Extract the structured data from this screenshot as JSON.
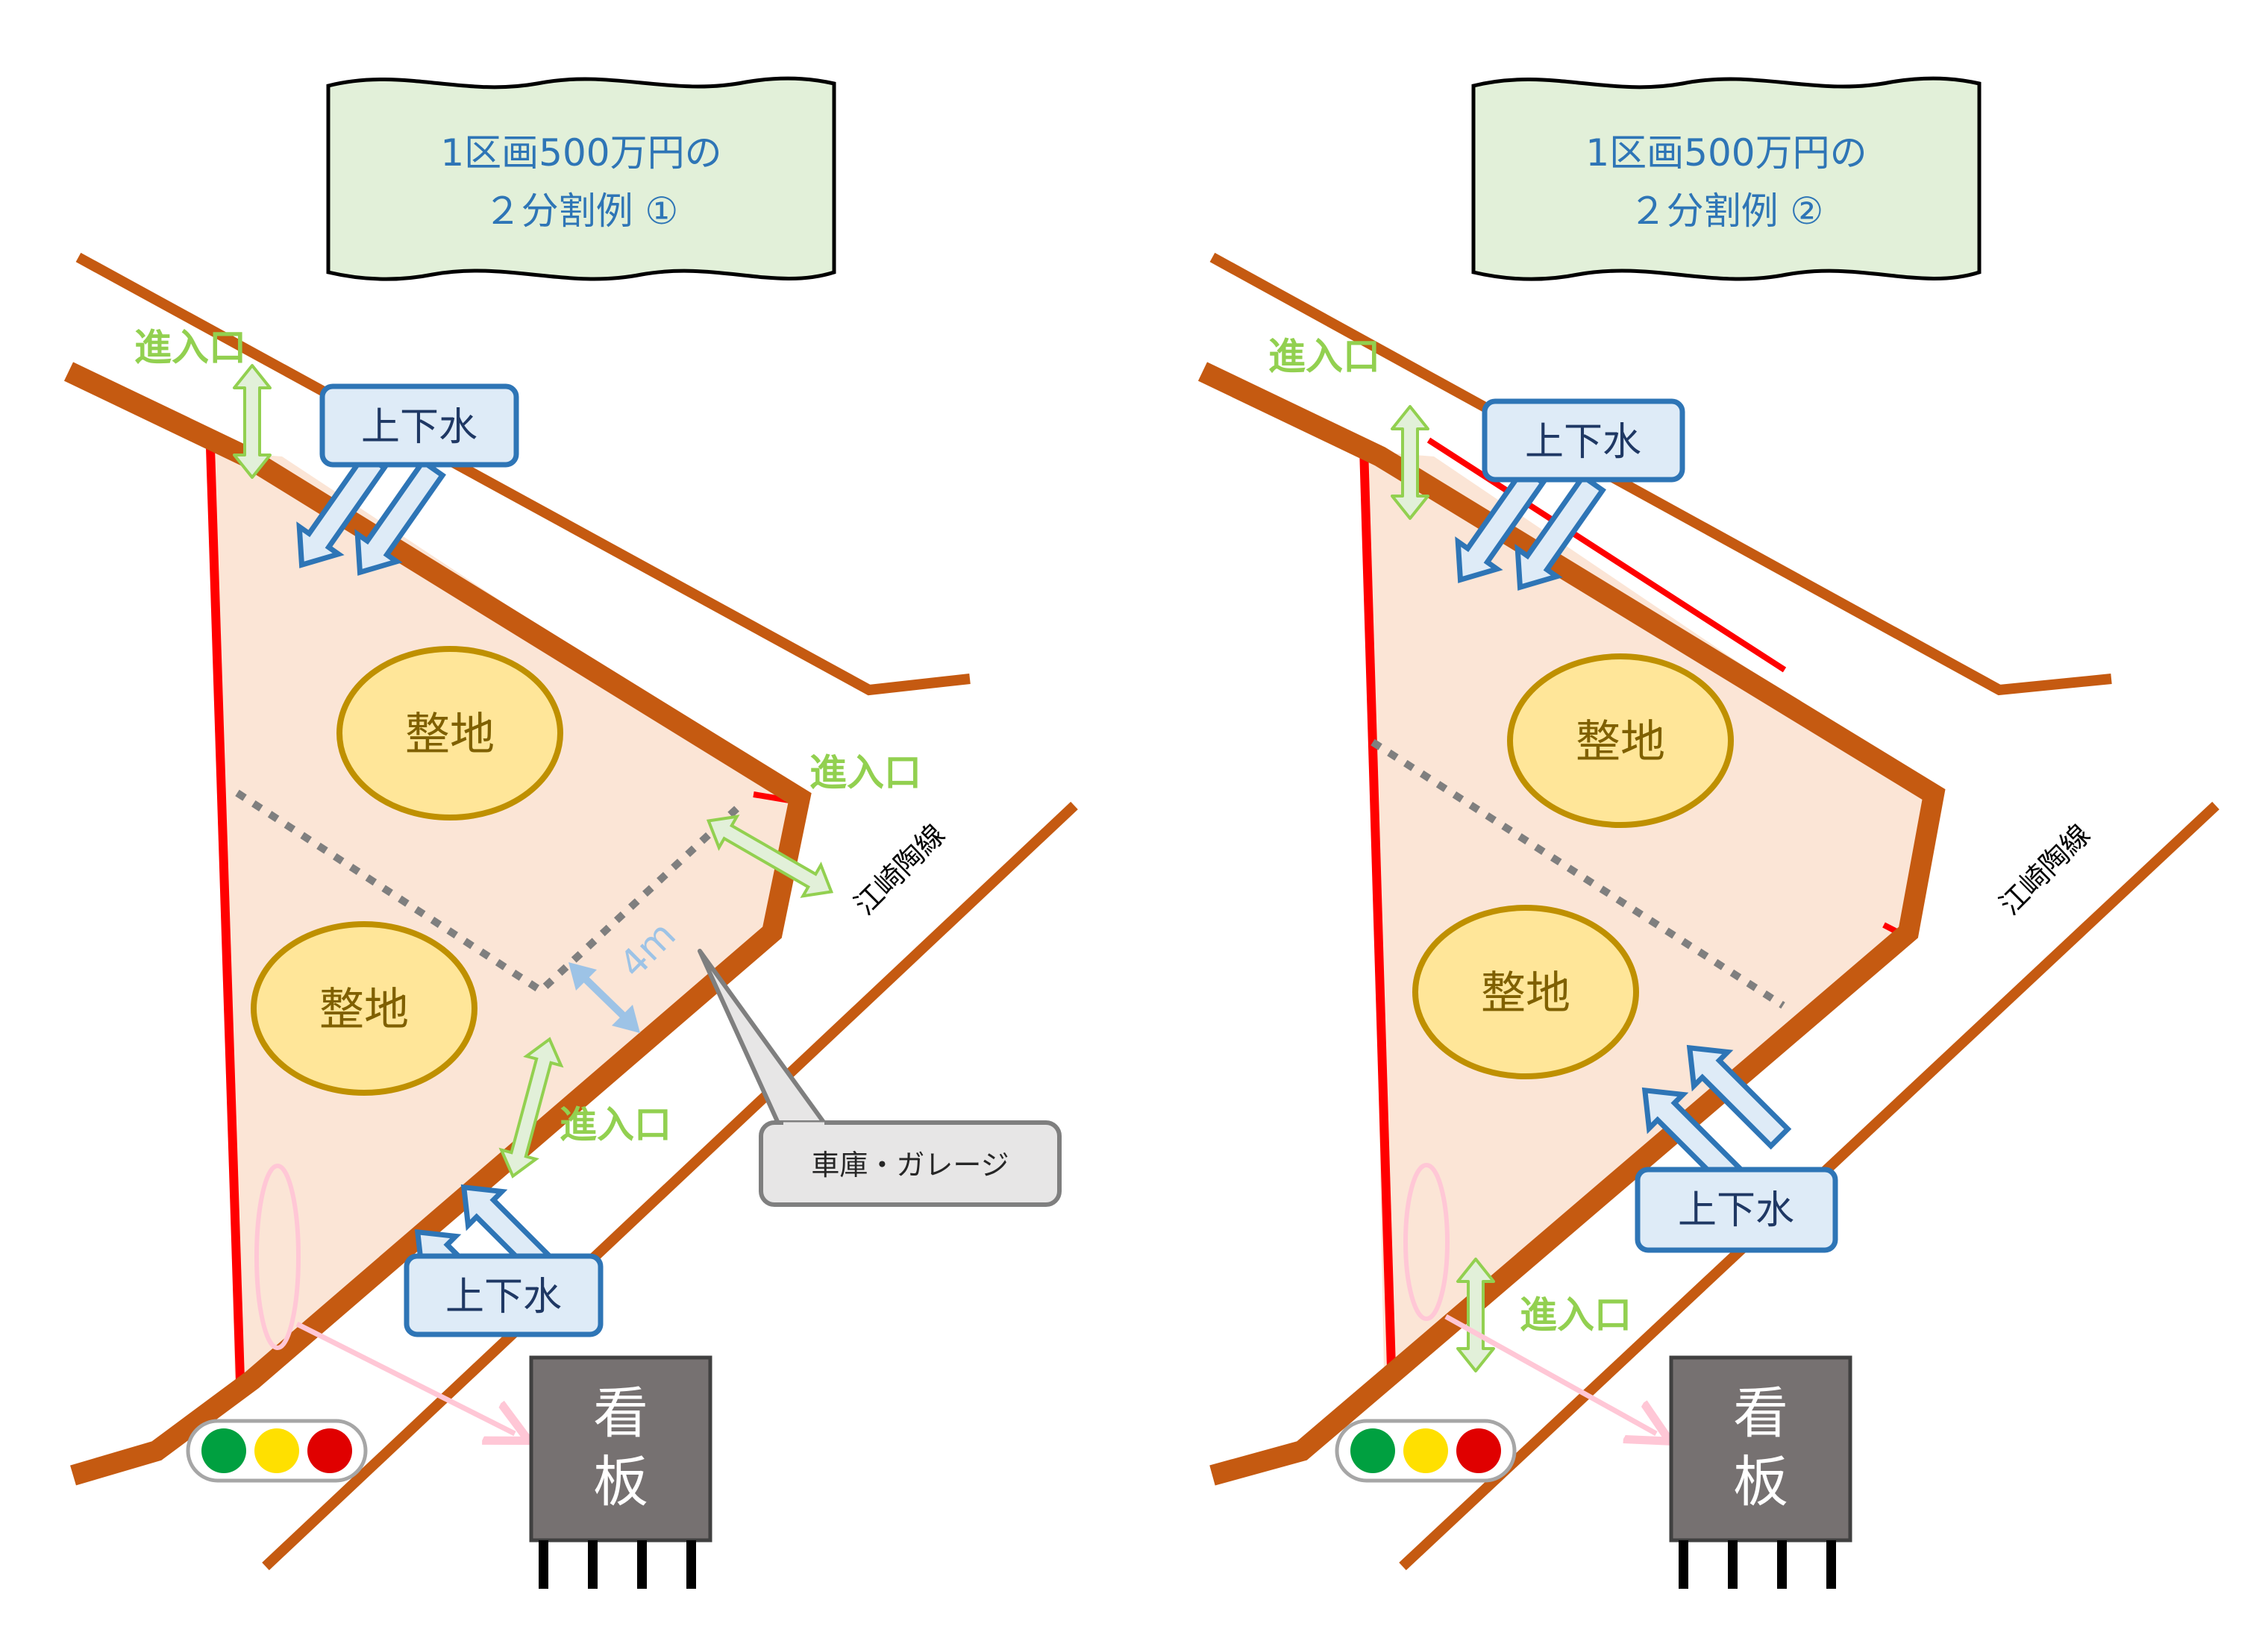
{
  "colors": {
    "road": "#c55a11",
    "boundary": "#ff0000",
    "lot_fill": "#fbe5d6",
    "oval_fill": "#ffe699",
    "oval_stroke": "#bf9000",
    "utility_fill": "#deebf7",
    "utility_stroke": "#2e75b6",
    "entry_arrow": "#92d050",
    "entry_fill": "#e2f0d9",
    "banner_fill": "#e2f0d9",
    "banner_text": "#2e75b6",
    "sign_fill": "#767171",
    "callout_fill": "#e7e6e6"
  },
  "left": {
    "banner": {
      "line1": "1区画500万円の",
      "line2": "２分割例 ①"
    },
    "lot_upper": "整地",
    "lot_lower": "整地",
    "utility_top": "上下水",
    "utility_bottom": "上下水",
    "entry_top": "進入口",
    "entry_right": "進入口",
    "entry_bottom": "進入口",
    "dimension": "4m",
    "road_name": "江崎陶線",
    "callout": "車庫・ガレージ",
    "sign_line1": "看",
    "sign_line2": "板",
    "traffic_light": [
      "green",
      "yellow",
      "red"
    ]
  },
  "right": {
    "banner": {
      "line1": "1区画500万円の",
      "line2": "２分割例 ②"
    },
    "lot_upper": "整地",
    "lot_lower": "整地",
    "utility_top": "上下水",
    "utility_bottom": "上下水",
    "entry_top": "進入口",
    "entry_bottom": "進入口",
    "road_name": "江崎陶線",
    "sign_line1": "看",
    "sign_line2": "板",
    "traffic_light": [
      "green",
      "yellow",
      "red"
    ]
  }
}
